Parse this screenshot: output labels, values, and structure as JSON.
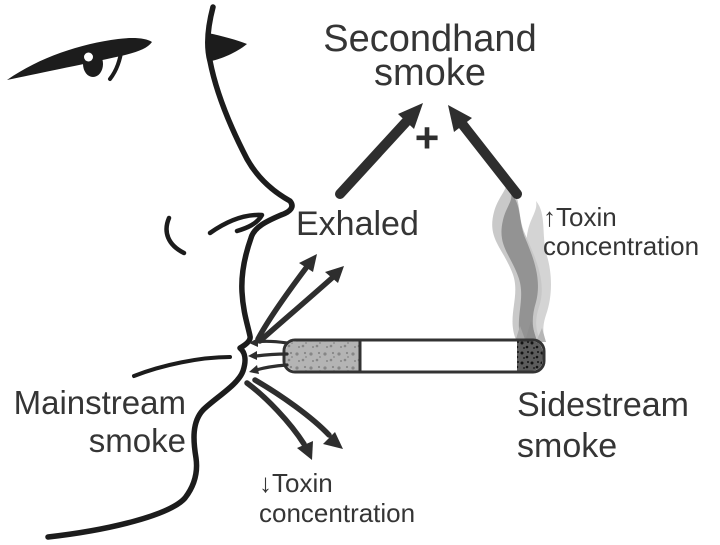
{
  "diagram": {
    "secondhand": {
      "line1": "Secondhand",
      "line2": "smoke"
    },
    "plus": "+",
    "exhaled": "Exhaled",
    "toxin_up": {
      "line1": "↑Toxin",
      "line2": "concentration"
    },
    "toxin_down": {
      "line1": "↓Toxin",
      "line2": "concentration"
    },
    "mainstream": {
      "line1": "Mainstream",
      "line2": "smoke"
    },
    "sidestream": {
      "line1": "Sidestream",
      "line2": "smoke"
    },
    "colors": {
      "ink": "#1c1c1c",
      "text": "#353535",
      "arrow": "#2e2e2e",
      "smoke_dark": "#8e8e8e",
      "smoke_light": "#c6c6c6",
      "cigarette_filter": "#b4b4b4",
      "cigarette_tip": "#5c5c5c",
      "cigarette_paper": "#ffffff",
      "background": "#ffffff"
    }
  }
}
